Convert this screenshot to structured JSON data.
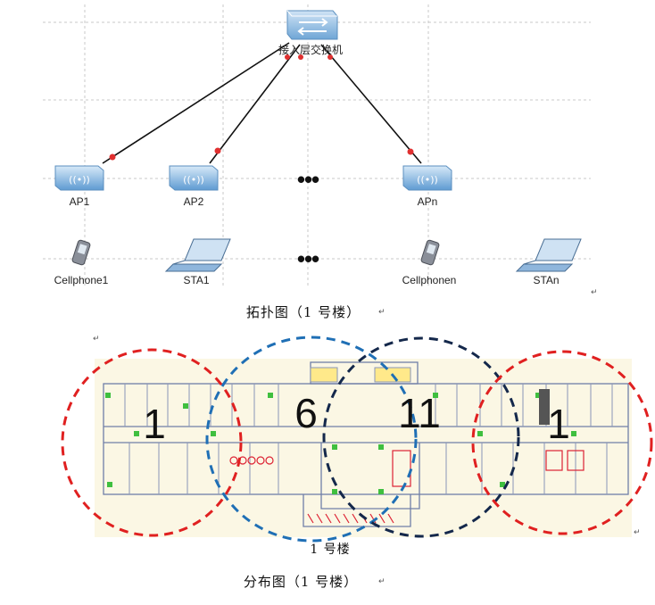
{
  "topology": {
    "switch_label": "接入层交换机",
    "ap_labels": [
      "AP1",
      "AP2",
      "APn"
    ],
    "ellipsis": "•••",
    "device_labels": [
      "Cellphone1",
      "STA1",
      "Cellphonen",
      "STAn"
    ],
    "caption": "拓扑图（1 号楼）"
  },
  "floorplan": {
    "channels": [
      "1",
      "6",
      "11",
      "1"
    ],
    "building_label": "1 号楼",
    "caption": "分布图（1 号楼）"
  },
  "colors": {
    "red_circle": "#e02020",
    "blue_circle": "#1f6fb5",
    "navy_circle": "#14284b",
    "link_dot": "#e03030",
    "device_blue": "#5a9fd8"
  },
  "return_mark": "↵"
}
